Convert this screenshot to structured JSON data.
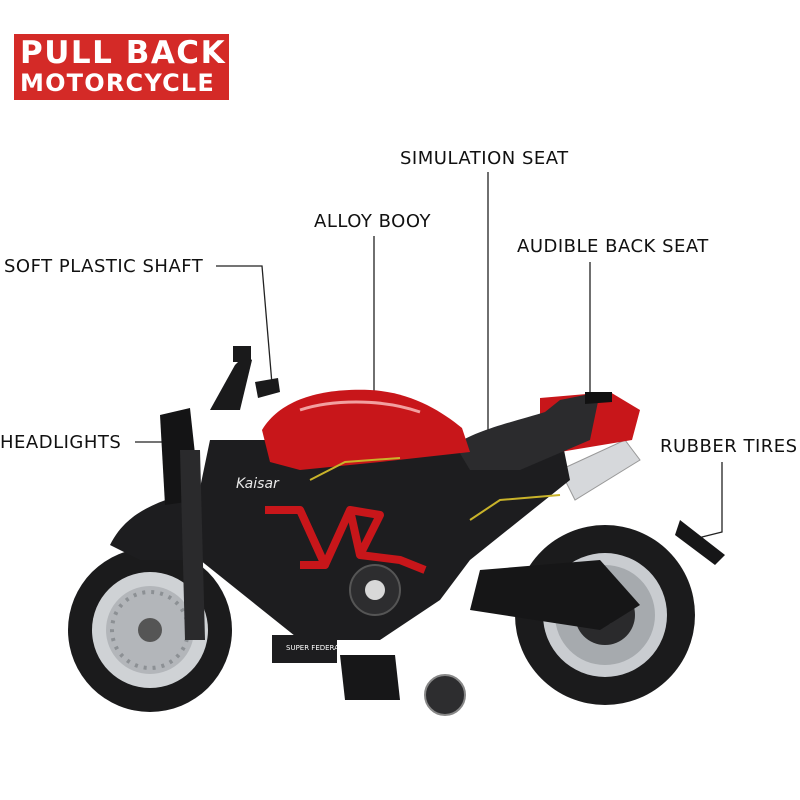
{
  "title": {
    "line1": "PULL BACK",
    "line2": "MOTORCYCLE"
  },
  "callouts": {
    "simulation_seat": "SIMULATION SEAT",
    "alloy_body": "ALLOY BOOY",
    "audible_back_seat": "AUDIBLE BACK SEAT",
    "soft_plastic_shaft": "SOFT PLASTIC SHAFT",
    "headlights": "HEADLIGHTS",
    "rubber_tires": "RUBBER TIRES"
  },
  "decals": {
    "brand": "Kaisar",
    "badge": "SUPER FEDERAL"
  },
  "colors": {
    "accent": "#d42a27",
    "body_red": "#c8161a",
    "frame_black": "#1d1d1f",
    "chrome": "#c9ccd0"
  }
}
